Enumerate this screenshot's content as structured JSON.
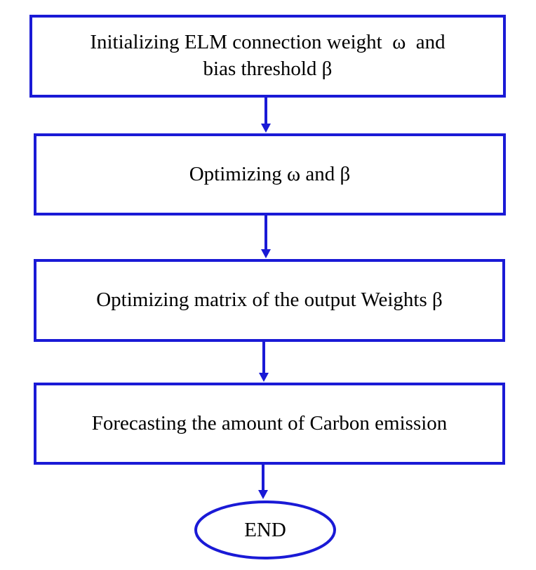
{
  "flowchart": {
    "steps": [
      {
        "line1": "Initializing ELM connection weight  ω  and",
        "line2": "bias threshold β"
      },
      {
        "label": "Optimizing ω and β"
      },
      {
        "label": "Optimizing matrix of the output Weights β"
      },
      {
        "label": "Forecasting the amount of Carbon emission"
      }
    ],
    "end": {
      "label": "END"
    }
  },
  "colors": {
    "stroke": "#1a1ad6",
    "fill": "#ffffff",
    "text": "#000000"
  }
}
